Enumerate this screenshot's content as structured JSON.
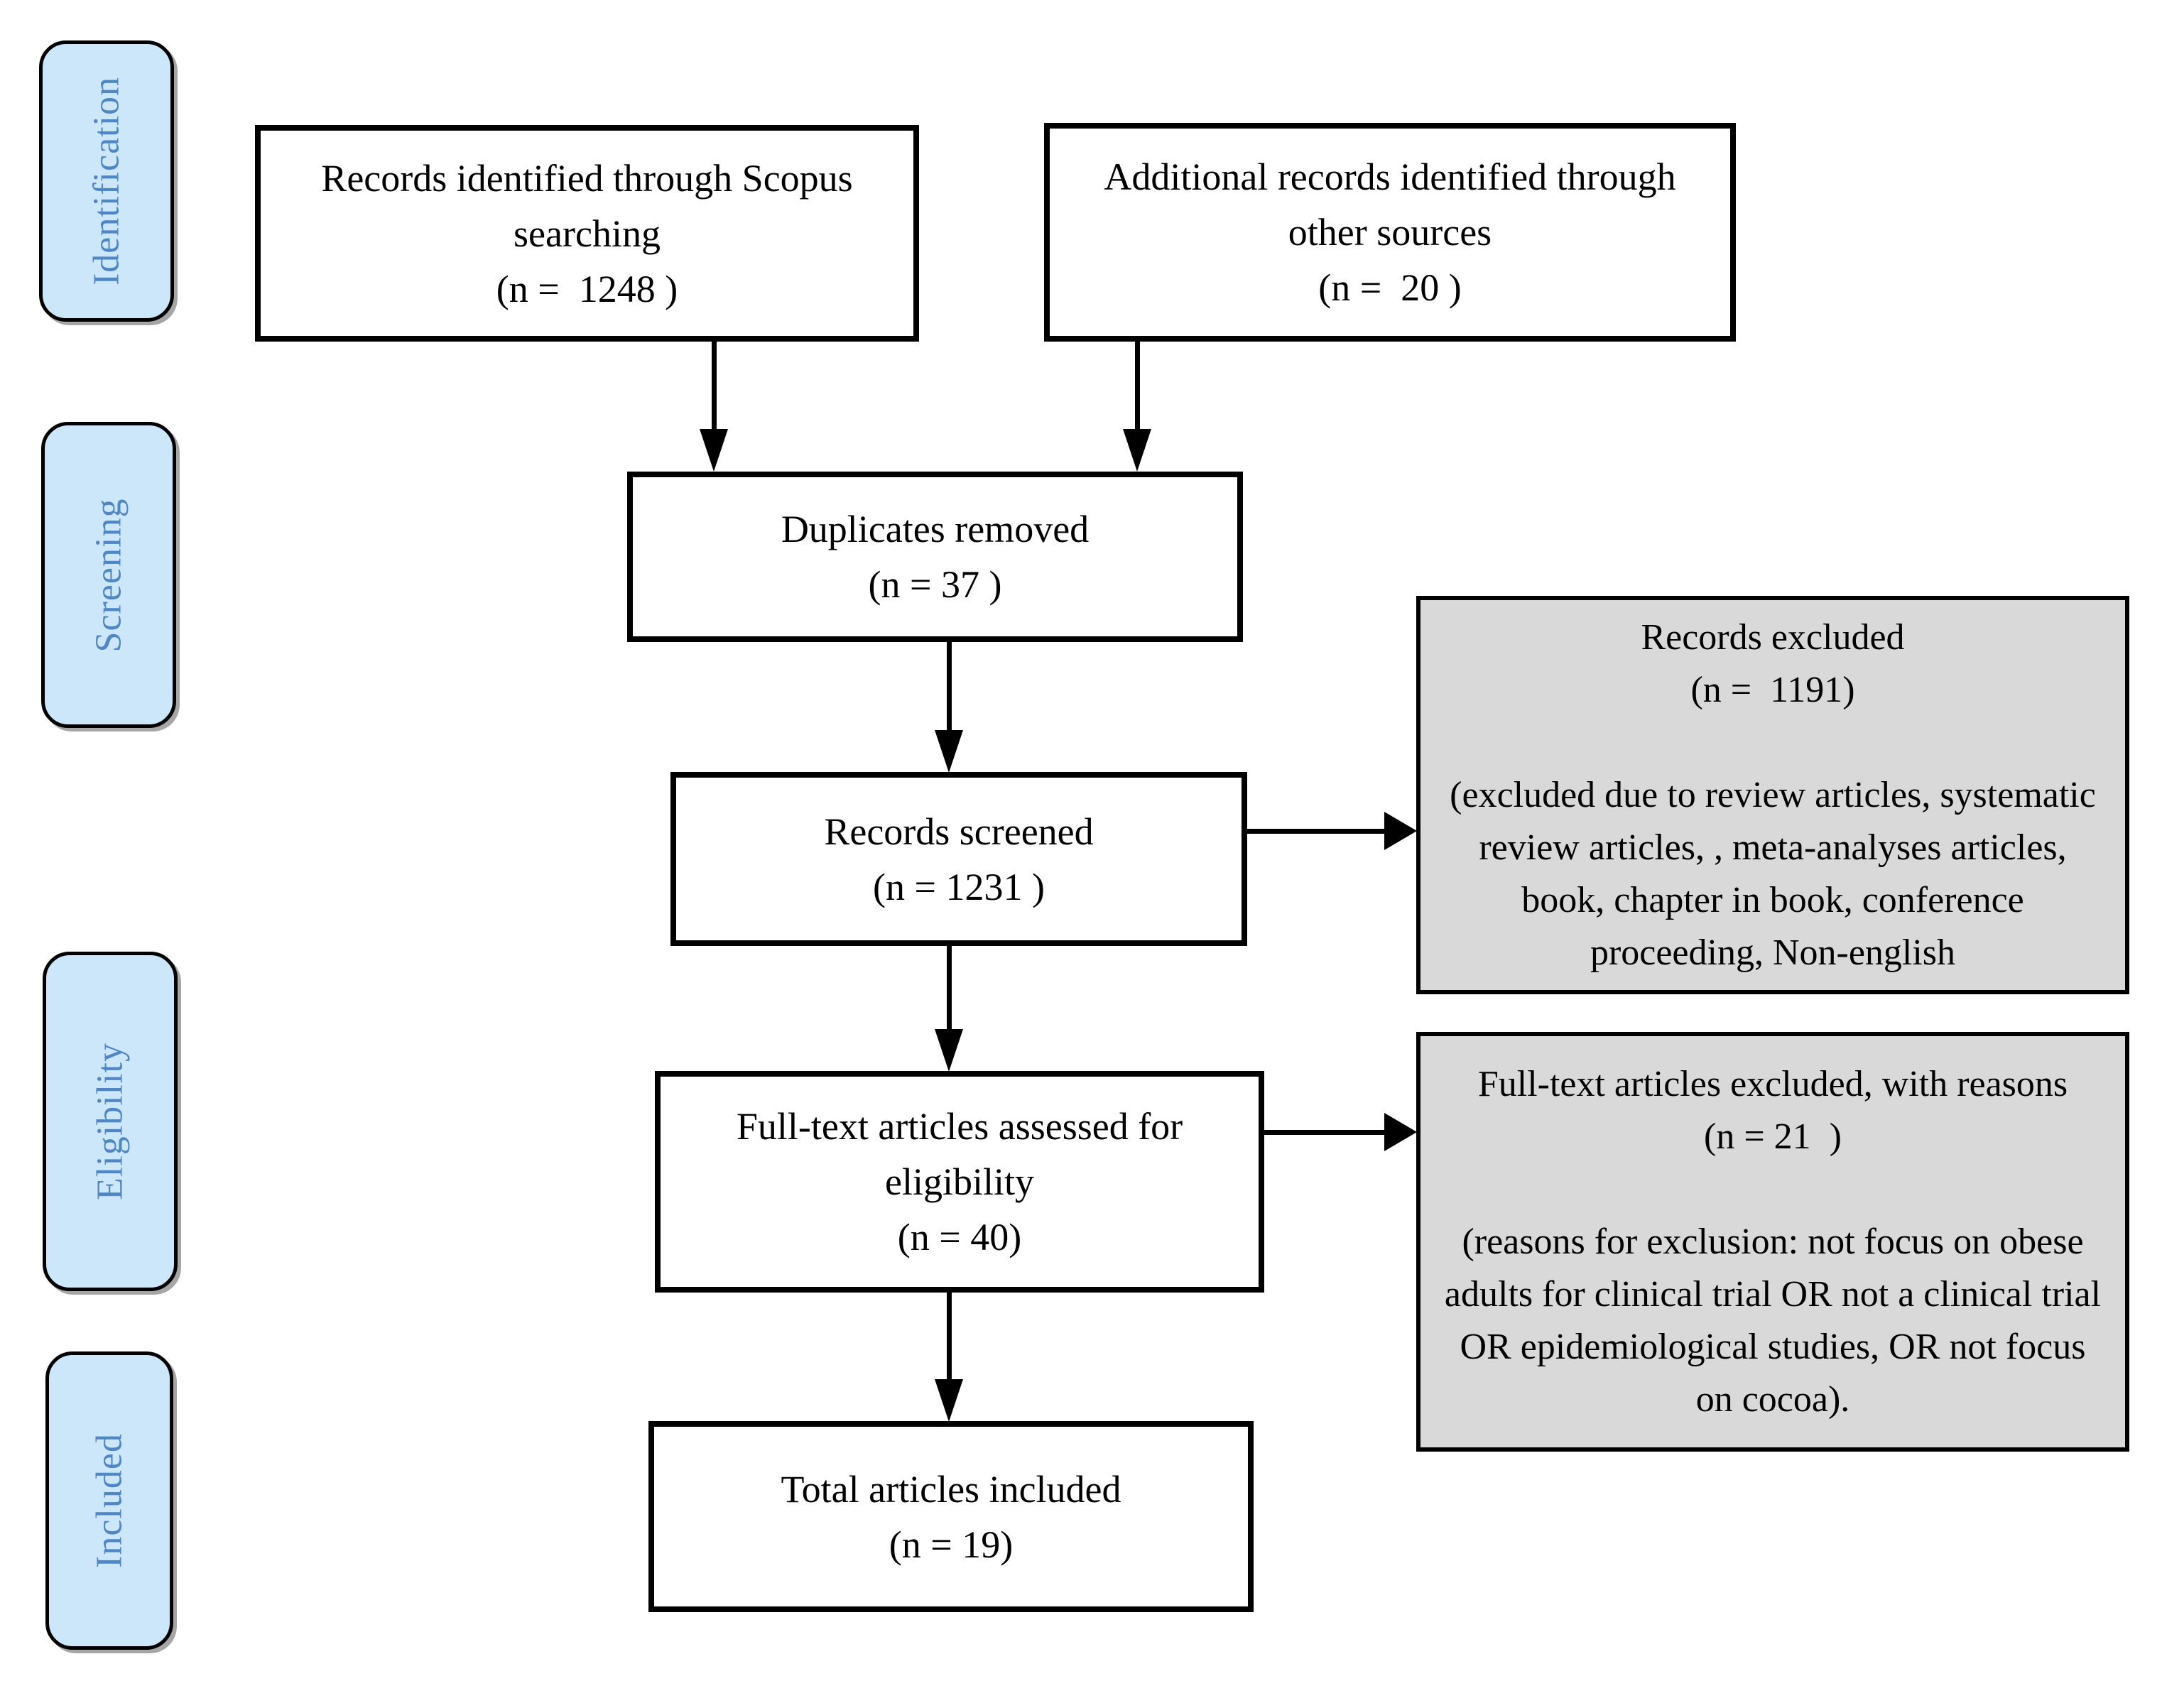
{
  "diagram": {
    "type": "flowchart",
    "subject": "PRISMA literature screening flow diagram"
  },
  "colors": {
    "background": "#ffffff",
    "stage_fill": "#cde7fa",
    "stage_border": "#000000",
    "stage_text": "#4e86c6",
    "box_fill": "#ffffff",
    "box_border": "#000000",
    "box_text": "#000000",
    "side_box_fill": "#d9d9d9",
    "arrow": "#000000"
  },
  "stages": {
    "identification": "Identification",
    "screening": "Screening",
    "eligibility": "Eligibility",
    "included": "Included"
  },
  "boxes": {
    "scopus": {
      "text": "Records identified through Scopus searching",
      "count": "(n =  1248 )"
    },
    "other_sources": {
      "text": "Additional records identified through other sources",
      "count": "(n =  20 )"
    },
    "duplicates": {
      "text": "Duplicates removed",
      "count": "(n = 37 )"
    },
    "screened": {
      "text": "Records screened",
      "count": "(n = 1231 )"
    },
    "fulltext": {
      "text": "Full-text articles assessed for eligibility",
      "count": "(n = 40)"
    },
    "total_included": {
      "text": "Total articles included",
      "count": "(n = 19)"
    },
    "records_excluded": {
      "title": "Records excluded",
      "count": "(n =  1191)",
      "note": "(excluded due to review articles, systematic review articles, , meta-analyses articles, book, chapter in book, conference proceeding, Non-english"
    },
    "fulltext_excluded": {
      "title": "Full-text articles excluded, with reasons",
      "count": "(n = 21  )",
      "note": "(reasons for exclusion: not focus on obese adults for clinical trial OR not a clinical trial OR epidemiological studies, OR not focus on cocoa)."
    }
  }
}
